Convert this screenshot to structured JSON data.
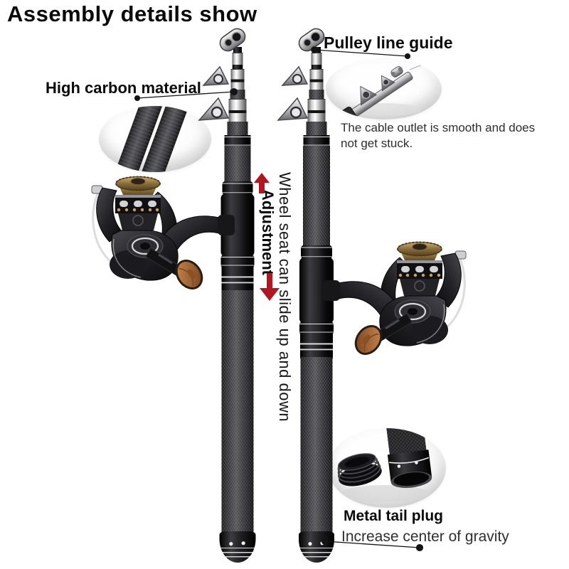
{
  "title": "Assembly details show",
  "callouts": {
    "high_carbon": {
      "label": "High carbon material"
    },
    "pulley": {
      "label": "Pulley line guide",
      "description": "The cable outlet is smooth and does not get stuck."
    },
    "adjustment": {
      "label": "Adjustment",
      "description": "Wheel seat can slide up and down"
    },
    "tail": {
      "label": "Metal tail plug",
      "description": "Increase center of gravity"
    }
  },
  "colors": {
    "arrow_red": "#b11623",
    "label_text": "#0a0a0a",
    "body_text": "#2e2e2e",
    "gold_accent": "#a8854a",
    "wood_knob": "#a96c3f"
  }
}
